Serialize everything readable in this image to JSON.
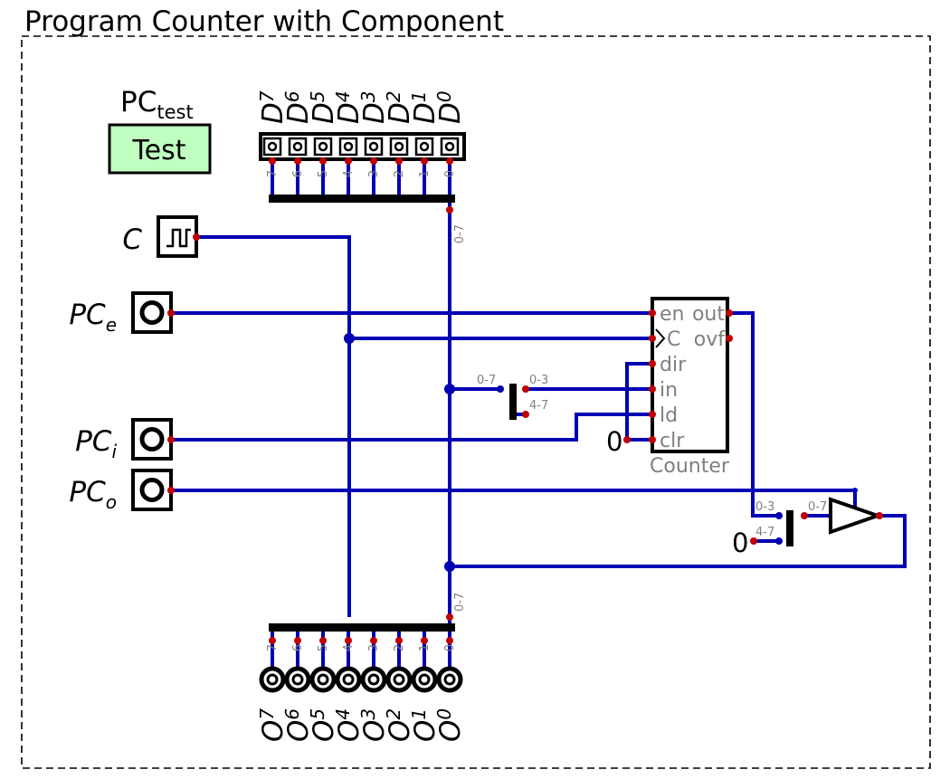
{
  "title": "Program Counter with Component",
  "test_case": {
    "label": "PC",
    "label_sub": "test",
    "button": "Test"
  },
  "inputs": [
    {
      "label": "C",
      "sub": ""
    },
    {
      "label": "PC",
      "sub": "e"
    },
    {
      "label": "PC",
      "sub": "i"
    },
    {
      "label": "PC",
      "sub": "o"
    }
  ],
  "data_inputs": [
    {
      "label": "D",
      "sub": "7",
      "pin": "7"
    },
    {
      "label": "D",
      "sub": "6",
      "pin": "6"
    },
    {
      "label": "D",
      "sub": "5",
      "pin": "5"
    },
    {
      "label": "D",
      "sub": "4",
      "pin": "4"
    },
    {
      "label": "D",
      "sub": "3",
      "pin": "3"
    },
    {
      "label": "D",
      "sub": "2",
      "pin": "2"
    },
    {
      "label": "D",
      "sub": "1",
      "pin": "1"
    },
    {
      "label": "D",
      "sub": "0",
      "pin": "0"
    }
  ],
  "data_outputs": [
    {
      "label": "O",
      "sub": "7",
      "pin": "7"
    },
    {
      "label": "O",
      "sub": "6",
      "pin": "6"
    },
    {
      "label": "O",
      "sub": "5",
      "pin": "5"
    },
    {
      "label": "O",
      "sub": "4",
      "pin": "4"
    },
    {
      "label": "O",
      "sub": "3",
      "pin": "3"
    },
    {
      "label": "O",
      "sub": "2",
      "pin": "2"
    },
    {
      "label": "O",
      "sub": "1",
      "pin": "1"
    },
    {
      "label": "O",
      "sub": "0",
      "pin": "0"
    }
  ],
  "bus_labels": {
    "top": "0-7",
    "bottom": "0-7"
  },
  "counter": {
    "name": "Counter",
    "left_pins": [
      "en",
      "C",
      "dir",
      "in",
      "ld",
      "clr"
    ],
    "right_pins": [
      "out",
      "ovf"
    ]
  },
  "splitter_a": {
    "in": "0-7",
    "out1": "0-3",
    "out2": "4-7"
  },
  "splitter_b": {
    "in1": "0-3",
    "in2": "4-7",
    "out": "0-7"
  },
  "constants": {
    "clr": "0",
    "upper": "0"
  },
  "colors": {
    "wire": "#0000b4",
    "pin": "#c00000",
    "test_fill": "#c0ffc0"
  }
}
